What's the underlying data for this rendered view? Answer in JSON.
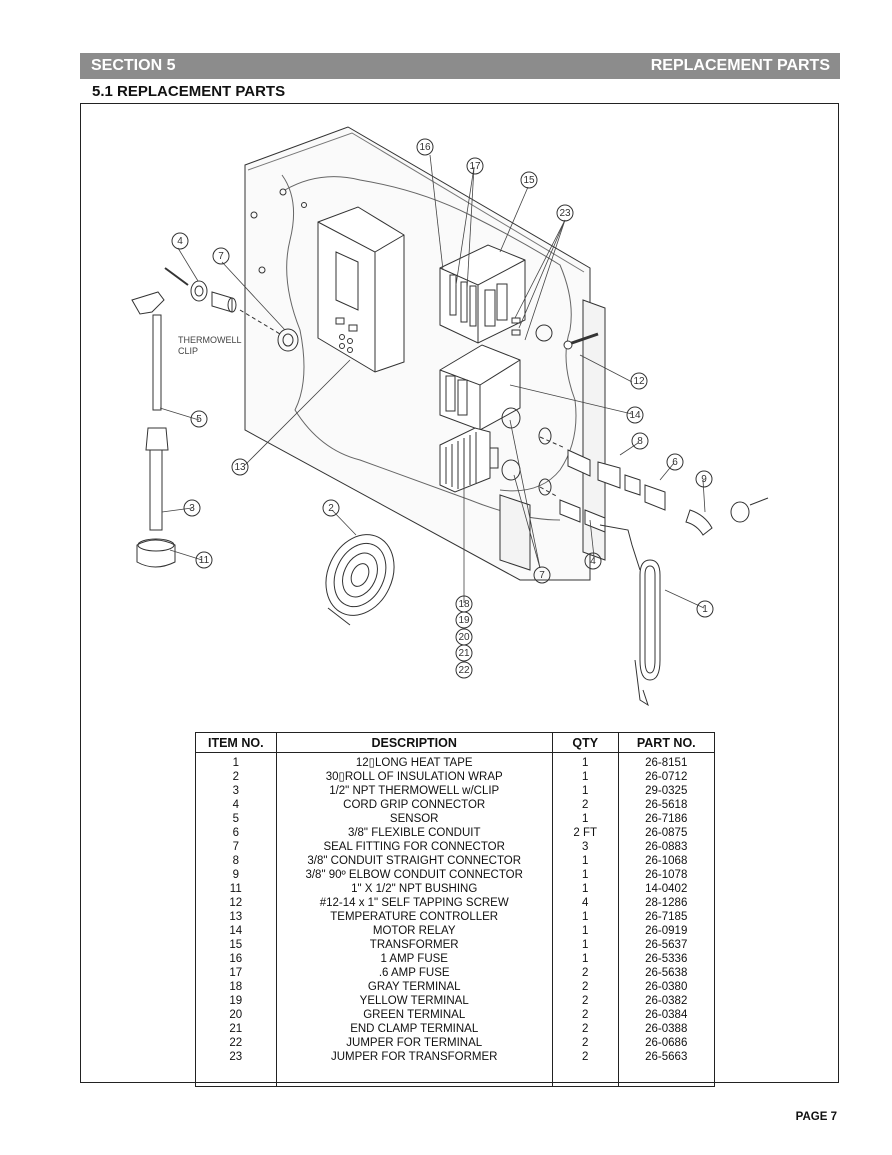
{
  "header": {
    "section": "SECTION 5",
    "title": "REPLACEMENT PARTS",
    "subtitle": "5.1 REPLACEMENT PARTS"
  },
  "diagram": {
    "labels": {
      "thermowell_line1": "THERMOWELL",
      "thermowell_line2": "CLIP"
    },
    "callouts": [
      "1",
      "2",
      "3",
      "4",
      "4",
      "5",
      "6",
      "7",
      "7",
      "8",
      "9",
      "11",
      "12",
      "13",
      "14",
      "15",
      "16",
      "17",
      "18",
      "19",
      "20",
      "21",
      "22",
      "23"
    ]
  },
  "table": {
    "headers": [
      "ITEM NO.",
      "DESCRIPTION",
      "QTY",
      "PART NO."
    ],
    "rows": [
      [
        "1",
        "12\u0000LONG HEAT TAPE",
        "1",
        "26-8151"
      ],
      [
        "2",
        "30\u0000ROLL OF INSULATION WRAP",
        "1",
        "26-0712"
      ],
      [
        "3",
        "1/2\" NPT THERMOWELL w/CLIP",
        "1",
        "29-0325"
      ],
      [
        "4",
        "CORD  GRIP  CONNECTOR",
        "2",
        "26-5618"
      ],
      [
        "5",
        "SENSOR",
        "1",
        "26-7186"
      ],
      [
        "6",
        "3/8\"  FLEXIBLE  CONDUIT",
        "2 FT",
        "26-0875"
      ],
      [
        "7",
        "SEAL  FITTING  FOR  CONNECTOR",
        "3",
        "26-0883"
      ],
      [
        "8",
        "3/8\"  CONDUIT  STRAIGHT  CONNECTOR",
        "1",
        "26-1068"
      ],
      [
        "9",
        "3/8\"  90º  ELBOW  CONDUIT  CONNECTOR",
        "1",
        "26-1078"
      ],
      [
        "11",
        "1\"  X  1/2\"  NPT  BUSHING",
        "1",
        "14-0402"
      ],
      [
        "12",
        "#12-14  x  1\"  SELF  TAPPING  SCREW",
        "4",
        "28-1286"
      ],
      [
        "13",
        "TEMPERATURE  CONTROLLER",
        "1",
        "26-7185"
      ],
      [
        "14",
        "MOTOR  RELAY",
        "1",
        "26-0919"
      ],
      [
        "15",
        "TRANSFORMER",
        "1",
        "26-5637"
      ],
      [
        "16",
        "1  AMP  FUSE",
        "1",
        "26-5336"
      ],
      [
        "17",
        ".6  AMP  FUSE",
        "2",
        "26-5638"
      ],
      [
        "18",
        "GRAY  TERMINAL",
        "2",
        "26-0380"
      ],
      [
        "19",
        "YELLOW  TERMINAL",
        "2",
        "26-0382"
      ],
      [
        "20",
        "GREEN  TERMINAL",
        "2",
        "26-0384"
      ],
      [
        "21",
        "END  CLAMP  TERMINAL",
        "2",
        "26-0388"
      ],
      [
        "22",
        "JUMPER  FOR  TERMINAL",
        "2",
        "26-0686"
      ],
      [
        "23",
        "JUMPER  FOR  TRANSFORMER",
        "2",
        "26-5663"
      ]
    ]
  },
  "footer": {
    "page": "PAGE 7"
  }
}
